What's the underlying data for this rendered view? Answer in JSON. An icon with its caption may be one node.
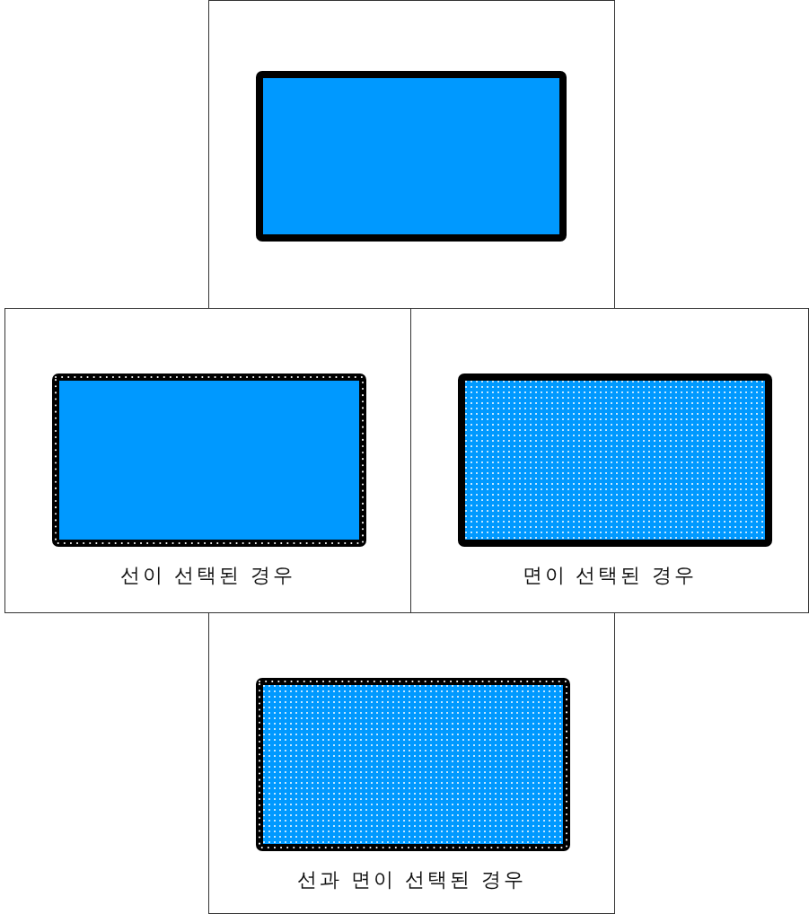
{
  "diagram": {
    "nodes": [
      {
        "text": [],
        "shape": "box"
      },
      {
        "text": [],
        "shape": "box",
        "in": 0
      },
      {
        "text": [
          "선이 선택된 경우"
        ]
      },
      {
        "text": [],
        "shape": "box",
        "in": 2
      },
      {
        "text": [
          "면이 선택된 경우"
        ]
      },
      {
        "text": [],
        "shape": "box",
        "in": 4
      },
      {
        "text": [
          "선과 면이 선택된 경우"
        ]
      },
      {
        "text": [],
        "shape": "box",
        "in": 6
      }
    ]
  }
}
